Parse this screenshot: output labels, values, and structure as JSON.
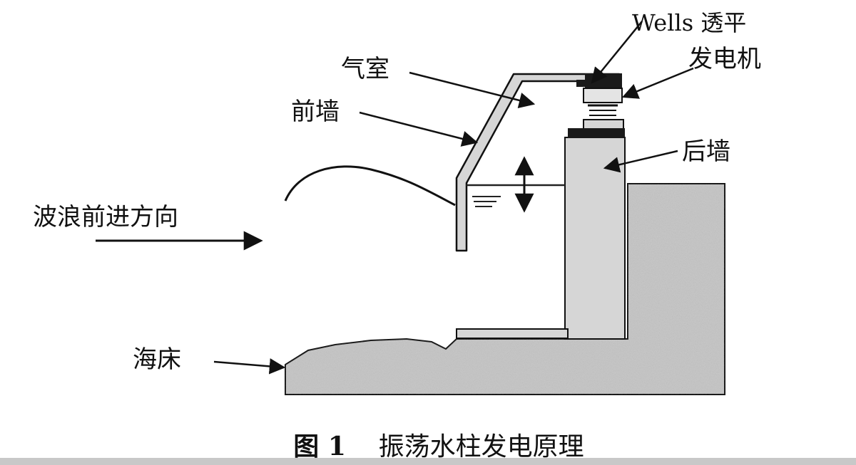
{
  "labels": {
    "wells_line1": "Wells 透平",
    "wells_line2": "发电机",
    "air_chamber": "气室",
    "front_wall": "前墙",
    "back_wall": "后墙",
    "wave_direction": "波浪前进方向",
    "seabed": "海床"
  },
  "caption": {
    "figure": "图 1",
    "title": "振荡水柱发电原理"
  },
  "colors": {
    "ink": "#111111",
    "concrete": "#d4d4d4",
    "seabed_fill": "#c2c2c2",
    "water_line": "#222222",
    "background": "#ffffff"
  }
}
